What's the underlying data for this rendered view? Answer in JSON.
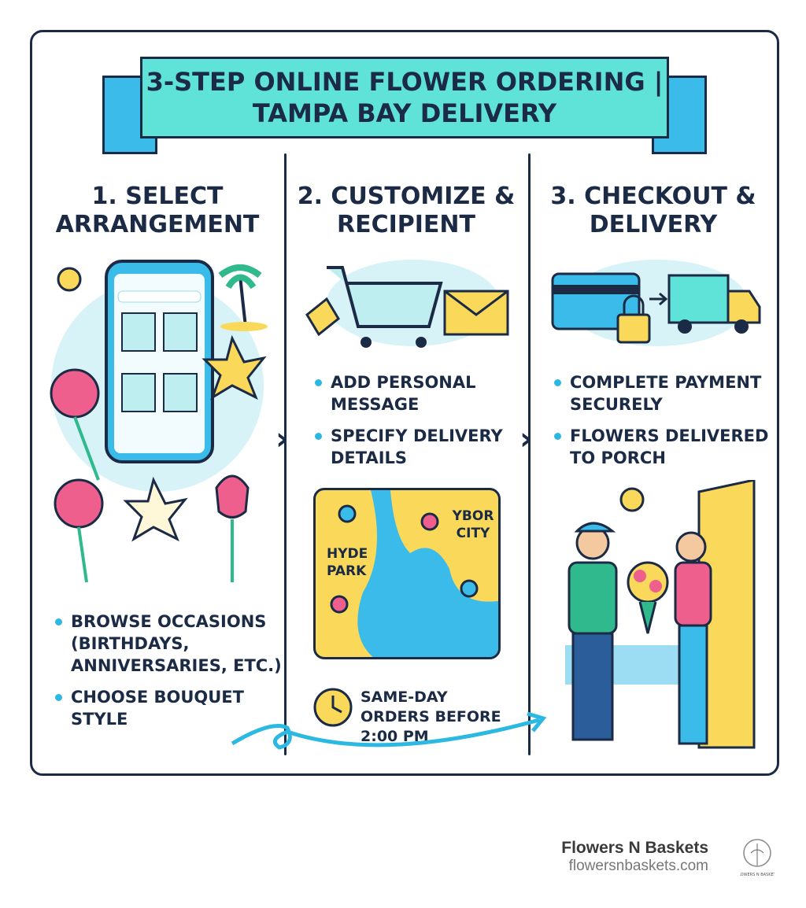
{
  "banner": {
    "title": "3-STEP ONLINE FLOWER ORDERING | TAMPA BAY DELIVERY"
  },
  "steps": [
    {
      "heading": "1. SELECT ARRANGEMENT",
      "bullets": [
        "BROWSE OCCASIONS (BIRTHDAYS, ANNIVERSARIES, ETC.)",
        "CHOOSE BOUQUET STYLE"
      ]
    },
    {
      "heading": "2. CUSTOMIZE & RECIPIENT",
      "bullets": [
        "ADD PERSONAL MESSAGE",
        "SPECIFY DELIVERY DETAILS"
      ],
      "map_labels": [
        "HYDE PARK",
        "YBOR CITY"
      ],
      "note": "SAME-DAY ORDERS BEFORE 2:00 PM"
    },
    {
      "heading": "3. CHECKOUT & DELIVERY",
      "bullets": [
        "COMPLETE PAYMENT SECURELY",
        "FLOWERS DELIVERED TO PORCH"
      ]
    }
  ],
  "brand": {
    "name": "Flowers N Baskets",
    "url": "flowersnbaskets.com",
    "logo_text": "FLOWERS N BASKETS"
  },
  "colors": {
    "navy": "#1b2a45",
    "teal": "#5fe3d9",
    "blue": "#3bbbe9",
    "yellow": "#f9d85a",
    "pink": "#ee5f8e",
    "green": "#2fb98c"
  },
  "icons": [
    "phone-icon",
    "sun-icon",
    "palm-tree-icon",
    "rose-icon",
    "lily-icon",
    "tulip-icon",
    "cart-icon",
    "envelope-icon",
    "credit-card-icon",
    "lock-icon",
    "truck-icon",
    "map-icon",
    "clock-icon",
    "door-icon"
  ]
}
